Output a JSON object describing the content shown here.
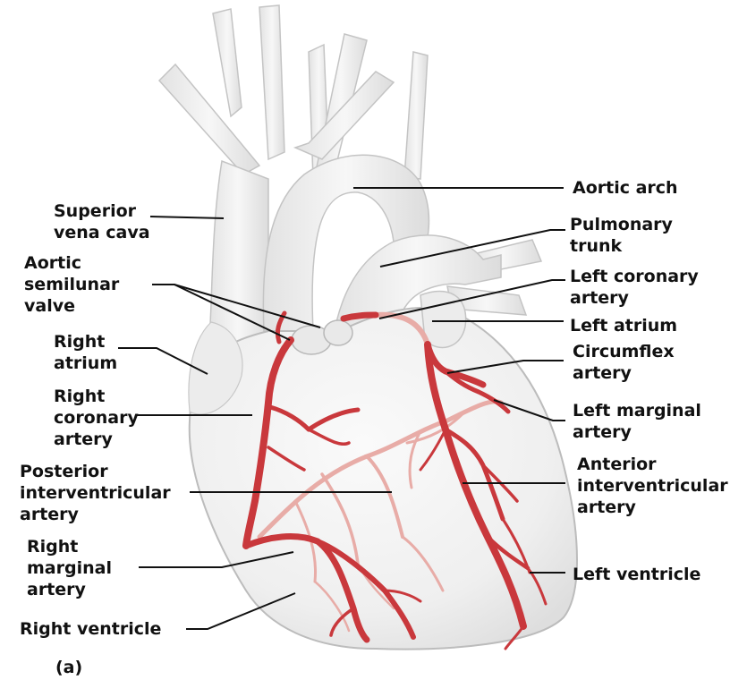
{
  "labels": {
    "superior_vena_cava": "Superior\nvena cava",
    "aortic_semilunar_valve": "Aortic\nsemilunar\nvalve",
    "right_atrium": "Right\natrium",
    "right_coronary_artery": "Right\ncoronary\nartery",
    "posterior_interventricular_artery": "Posterior\ninterventricular\nartery",
    "right_marginal_artery": "Right\nmarginal\nartery",
    "right_ventricle": "Right ventricle",
    "aortic_arch": "Aortic arch",
    "pulmonary_trunk": "Pulmonary\ntrunk",
    "left_coronary_artery": "Left coronary\nartery",
    "left_atrium": "Left atrium",
    "circumflex_artery": "Circumflex\nartery",
    "left_marginal_artery": "Left marginal\nartery",
    "anterior_interventricular_artery": "Anterior\ninterventricular\nartery",
    "left_ventricle": "Left ventricle"
  },
  "panel_label": "(a)",
  "colors": {
    "artery": "#c9383c",
    "posterior_artery": "#e8aca7",
    "heart_fill": "#f1f1f1",
    "heart_outline": "#bdbdbd",
    "leader_line": "#111111"
  }
}
